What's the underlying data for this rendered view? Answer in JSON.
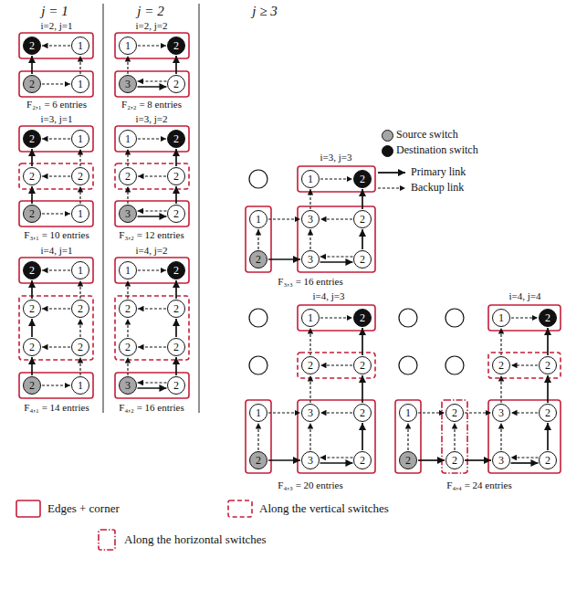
{
  "diagram": {
    "nodes": [
      {
        "text": [
          "2"
        ]
      },
      {
        "text": [
          "1"
        ]
      },
      {
        "text": [
          "2"
        ]
      },
      {
        "text": [
          "1"
        ]
      },
      {
        "text": [
          "2"
        ]
      },
      {
        "text": [
          "1"
        ]
      },
      {
        "text": [
          "2"
        ]
      },
      {
        "text": [
          "2"
        ]
      },
      {
        "text": [
          "2"
        ]
      },
      {
        "text": [
          "1"
        ]
      },
      {
        "text": [
          "2"
        ]
      },
      {
        "text": [
          "1"
        ]
      },
      {
        "text": [
          "2"
        ]
      },
      {
        "text": [
          "2"
        ]
      },
      {
        "text": [
          "2"
        ]
      },
      {
        "text": [
          "2"
        ]
      },
      {
        "text": [
          "2"
        ]
      },
      {
        "text": [
          "1"
        ]
      },
      {
        "text": [
          "1"
        ]
      },
      {
        "text": [
          "2"
        ]
      },
      {
        "text": [
          "3"
        ]
      },
      {
        "text": [
          "2"
        ]
      },
      {
        "text": [
          "1"
        ]
      },
      {
        "text": [
          "2"
        ]
      },
      {
        "text": [
          "2"
        ]
      },
      {
        "text": [
          "2"
        ]
      },
      {
        "text": [
          "3"
        ]
      },
      {
        "text": [
          "2"
        ]
      },
      {
        "text": [
          "1"
        ]
      },
      {
        "text": [
          "2"
        ]
      },
      {
        "text": [
          "2"
        ]
      },
      {
        "text": [
          "2"
        ]
      },
      {
        "text": [
          "2"
        ]
      },
      {
        "text": [
          "2"
        ]
      },
      {
        "text": [
          "3"
        ]
      },
      {
        "text": [
          "2"
        ]
      },
      {
        "text": [
          "1"
        ]
      },
      {
        "text": [
          "2"
        ]
      },
      {
        "text": [
          "1"
        ]
      },
      {
        "text": [
          "3"
        ]
      },
      {
        "text": [
          "2"
        ]
      },
      {
        "text": [
          "2"
        ]
      },
      {
        "text": [
          "3"
        ]
      },
      {
        "text": [
          "2"
        ]
      },
      {
        "text": [
          "1"
        ]
      },
      {
        "text": [
          "2"
        ]
      },
      {
        "text": [
          "2"
        ]
      },
      {
        "text": [
          "2"
        ]
      },
      {
        "text": [
          "1"
        ]
      },
      {
        "text": [
          "3"
        ]
      },
      {
        "text": [
          "2"
        ]
      },
      {
        "text": [
          "2"
        ]
      },
      {
        "text": [
          "3"
        ]
      },
      {
        "text": [
          "2"
        ]
      },
      {
        "text": [
          "1"
        ]
      },
      {
        "text": [
          "2"
        ]
      },
      {
        "text": [
          "2"
        ]
      },
      {
        "text": [
          "2"
        ]
      },
      {
        "text": [
          "1"
        ]
      },
      {
        "text": [
          "2"
        ]
      },
      {
        "text": [
          "3"
        ]
      },
      {
        "text": [
          "2"
        ]
      },
      {
        "text": [
          "2"
        ]
      },
      {
        "text": [
          "2"
        ]
      },
      {
        "text": [
          "3"
        ]
      },
      {
        "text": [
          "2"
        ]
      }
    ],
    "edges": [
      {
        "from": 2,
        "to": 0,
        "arrow": "to"
      },
      {
        "from": 1,
        "to": 0,
        "arrow": "to"
      },
      {
        "from": 2,
        "to": 3,
        "arrow": "to"
      },
      {
        "from": 3,
        "to": 1,
        "arrow": "to"
      },
      {
        "from": 8,
        "to": 6,
        "arrow": "to"
      },
      {
        "from": 6,
        "to": 4,
        "arrow": "to"
      },
      {
        "from": 5,
        "to": 4,
        "arrow": "to"
      },
      {
        "from": 7,
        "to": 6,
        "arrow": "to"
      },
      {
        "from": 8,
        "to": 9,
        "arrow": "to"
      },
      {
        "from": 9,
        "to": 7,
        "arrow": "to"
      },
      {
        "from": 7,
        "to": 5,
        "arrow": "to"
      },
      {
        "from": 16,
        "to": 14,
        "arrow": "to"
      },
      {
        "from": 14,
        "to": 12,
        "arrow": "to"
      },
      {
        "from": 12,
        "to": 10,
        "arrow": "to"
      },
      {
        "from": 11,
        "to": 10,
        "arrow": "to"
      },
      {
        "from": 13,
        "to": 12,
        "arrow": "to"
      },
      {
        "from": 15,
        "to": 14,
        "arrow": "to"
      },
      {
        "from": 16,
        "to": 17,
        "arrow": "to"
      },
      {
        "from": 17,
        "to": 15,
        "arrow": "to"
      },
      {
        "from": 15,
        "to": 13,
        "arrow": "to"
      },
      {
        "from": 13,
        "to": 11,
        "arrow": "to"
      },
      {
        "from": 20,
        "to": 21,
        "arrow": "to"
      },
      {
        "from": 21,
        "to": 19,
        "arrow": "to"
      },
      {
        "from": 21,
        "to": 20,
        "arrow": "to"
      },
      {
        "from": 20,
        "to": 18,
        "arrow": "to"
      },
      {
        "from": 18,
        "to": 19,
        "arrow": "to"
      },
      {
        "from": 26,
        "to": 27,
        "arrow": "to"
      },
      {
        "from": 27,
        "to": 25,
        "arrow": "to"
      },
      {
        "from": 25,
        "to": 23,
        "arrow": "to"
      },
      {
        "from": 27,
        "to": 26,
        "arrow": "to"
      },
      {
        "from": 26,
        "to": 24,
        "arrow": "to"
      },
      {
        "from": 24,
        "to": 22,
        "arrow": "to"
      },
      {
        "from": 22,
        "to": 23,
        "arrow": "to"
      },
      {
        "from": 25,
        "to": 24,
        "arrow": "to"
      },
      {
        "from": 34,
        "to": 35,
        "arrow": "to"
      },
      {
        "from": 35,
        "to": 33,
        "arrow": "to"
      },
      {
        "from": 33,
        "to": 31,
        "arrow": "to"
      },
      {
        "from": 31,
        "to": 29,
        "arrow": "to"
      },
      {
        "from": 35,
        "to": 34,
        "arrow": "to"
      },
      {
        "from": 34,
        "to": 32,
        "arrow": "to"
      },
      {
        "from": 32,
        "to": 30,
        "arrow": "to"
      },
      {
        "from": 30,
        "to": 28,
        "arrow": "to"
      },
      {
        "from": 28,
        "to": 29,
        "arrow": "to"
      },
      {
        "from": 31,
        "to": 30,
        "arrow": "to"
      },
      {
        "from": 33,
        "to": 32,
        "arrow": "to"
      },
      {
        "from": 41,
        "to": 42,
        "arrow": "to"
      },
      {
        "from": 42,
        "to": 43,
        "arrow": "to"
      },
      {
        "from": 43,
        "to": 40,
        "arrow": "to"
      },
      {
        "from": 40,
        "to": 37,
        "arrow": "to"
      },
      {
        "from": 43,
        "to": 42,
        "arrow": "to"
      },
      {
        "from": 41,
        "to": 38,
        "arrow": "to"
      },
      {
        "from": 38,
        "to": 39,
        "arrow": "to"
      },
      {
        "from": 42,
        "to": 39,
        "arrow": "to"
      },
      {
        "from": 40,
        "to": 39,
        "arrow": "to"
      },
      {
        "from": 39,
        "to": 36,
        "arrow": "to"
      },
      {
        "from": 36,
        "to": 37,
        "arrow": "to"
      },
      {
        "from": 51,
        "to": 52,
        "arrow": "to"
      },
      {
        "from": 52,
        "to": 53,
        "arrow": "to"
      },
      {
        "from": 53,
        "to": 50,
        "arrow": "to"
      },
      {
        "from": 50,
        "to": 47,
        "arrow": "to"
      },
      {
        "from": 47,
        "to": 45,
        "arrow": "to"
      },
      {
        "from": 53,
        "to": 52,
        "arrow": "to"
      },
      {
        "from": 51,
        "to": 48,
        "arrow": "to"
      },
      {
        "from": 48,
        "to": 49,
        "arrow": "to"
      },
      {
        "from": 52,
        "to": 49,
        "arrow": "to"
      },
      {
        "from": 50,
        "to": 49,
        "arrow": "to"
      },
      {
        "from": 49,
        "to": 46,
        "arrow": "to"
      },
      {
        "from": 47,
        "to": 46,
        "arrow": "to"
      },
      {
        "from": 46,
        "to": 44,
        "arrow": "to"
      },
      {
        "from": 44,
        "to": 45,
        "arrow": "to"
      },
      {
        "from": 62,
        "to": 63,
        "arrow": "to"
      },
      {
        "from": 63,
        "to": 64,
        "arrow": "to"
      },
      {
        "from": 64,
        "to": 65,
        "arrow": "to"
      },
      {
        "from": 65,
        "to": 61,
        "arrow": "to"
      },
      {
        "from": 61,
        "to": 57,
        "arrow": "to"
      },
      {
        "from": 57,
        "to": 55,
        "arrow": "to"
      },
      {
        "from": 65,
        "to": 64,
        "arrow": "to"
      },
      {
        "from": 62,
        "to": 58,
        "arrow": "to"
      },
      {
        "from": 58,
        "to": 59,
        "arrow": "to"
      },
      {
        "from": 63,
        "to": 59,
        "arrow": "to"
      },
      {
        "from": 59,
        "to": 60,
        "arrow": "to"
      },
      {
        "from": 64,
        "to": 60,
        "arrow": "to"
      },
      {
        "from": 61,
        "to": 60,
        "arrow": "to"
      },
      {
        "from": 60,
        "to": 56,
        "arrow": "to"
      },
      {
        "from": 57,
        "to": 56,
        "arrow": "to"
      },
      {
        "from": 56,
        "to": 54,
        "arrow": "to"
      },
      {
        "from": 54,
        "to": 55,
        "arrow": "to"
      }
    ],
    "labels": [
      "j = 1",
      "j = 2",
      "j ≥ 3",
      "i=2, j=1",
      "F₂,₁ = 6 entries",
      "i=3, j=1",
      "F₃,₁ = 10 entries",
      "i=4, j=1",
      "F₄,₁ = 14 entries",
      "i=2, j=2",
      "F₂,₂ = 8 entries",
      "i=3, j=2",
      "F₃,₂ = 12 entries",
      "i=4, j=2",
      "F₄,₂ = 16 entries",
      "i=3, j=3",
      "F₃,₃ = 16 entries",
      "i=4, j=3",
      "F₄,₃ = 20 entries",
      "i=4, j=4",
      "F₄,₄ = 24 entries"
    ],
    "legend": [
      {
        "text": "Source switch",
        "color": "#a6a6a6"
      },
      {
        "text": "Destination switch",
        "color": "#111111"
      },
      {
        "text": "Primary link"
      },
      {
        "text": "Backup link"
      },
      {
        "text": "Edges + corner"
      },
      {
        "text": "Along the vertical switches"
      },
      {
        "text": "Along the horizontal switches"
      }
    ]
  }
}
